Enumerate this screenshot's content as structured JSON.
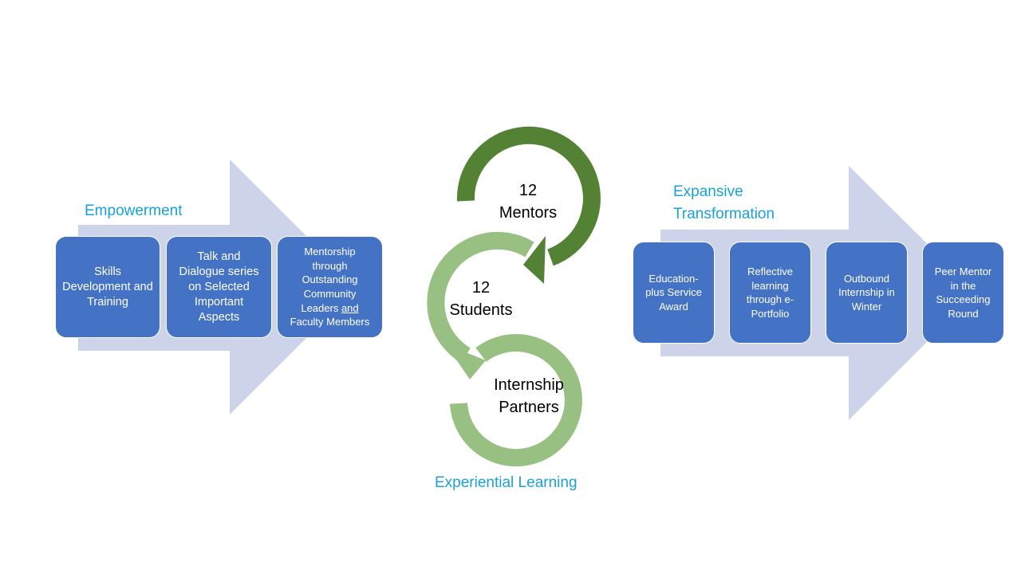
{
  "colors": {
    "arrow_fill": "#cdd4ea",
    "box_fill": "#4472c4",
    "section_title": "#1ba1d8",
    "dark_green": "#548235",
    "light_green": "#98c083"
  },
  "empowerment": {
    "title": "Empowerment",
    "boxes": [
      {
        "text": "Skills Development and Training"
      },
      {
        "text": "Talk and Dialogue series on Selected Important Aspects"
      },
      {
        "text_before": "Mentorship through Outstanding Community Leaders ",
        "text_underlined": "and",
        "text_after": " Faculty Members"
      }
    ]
  },
  "experiential": {
    "title": "Experiential Learning",
    "mentors": {
      "line1": "12",
      "line2": "Mentors"
    },
    "students": {
      "line1": "12",
      "line2": "Students"
    },
    "partners": {
      "line1": "Internship",
      "line2": "Partners"
    }
  },
  "expansive": {
    "title_line1": "Expansive",
    "title_line2": "Transformation",
    "boxes": [
      {
        "text": "Education-plus Service Award"
      },
      {
        "text": "Reflective learning through e-Portfolio"
      },
      {
        "text": "Outbound Internship in Winter"
      },
      {
        "text": "Peer Mentor in the Succeeding Round"
      }
    ]
  }
}
